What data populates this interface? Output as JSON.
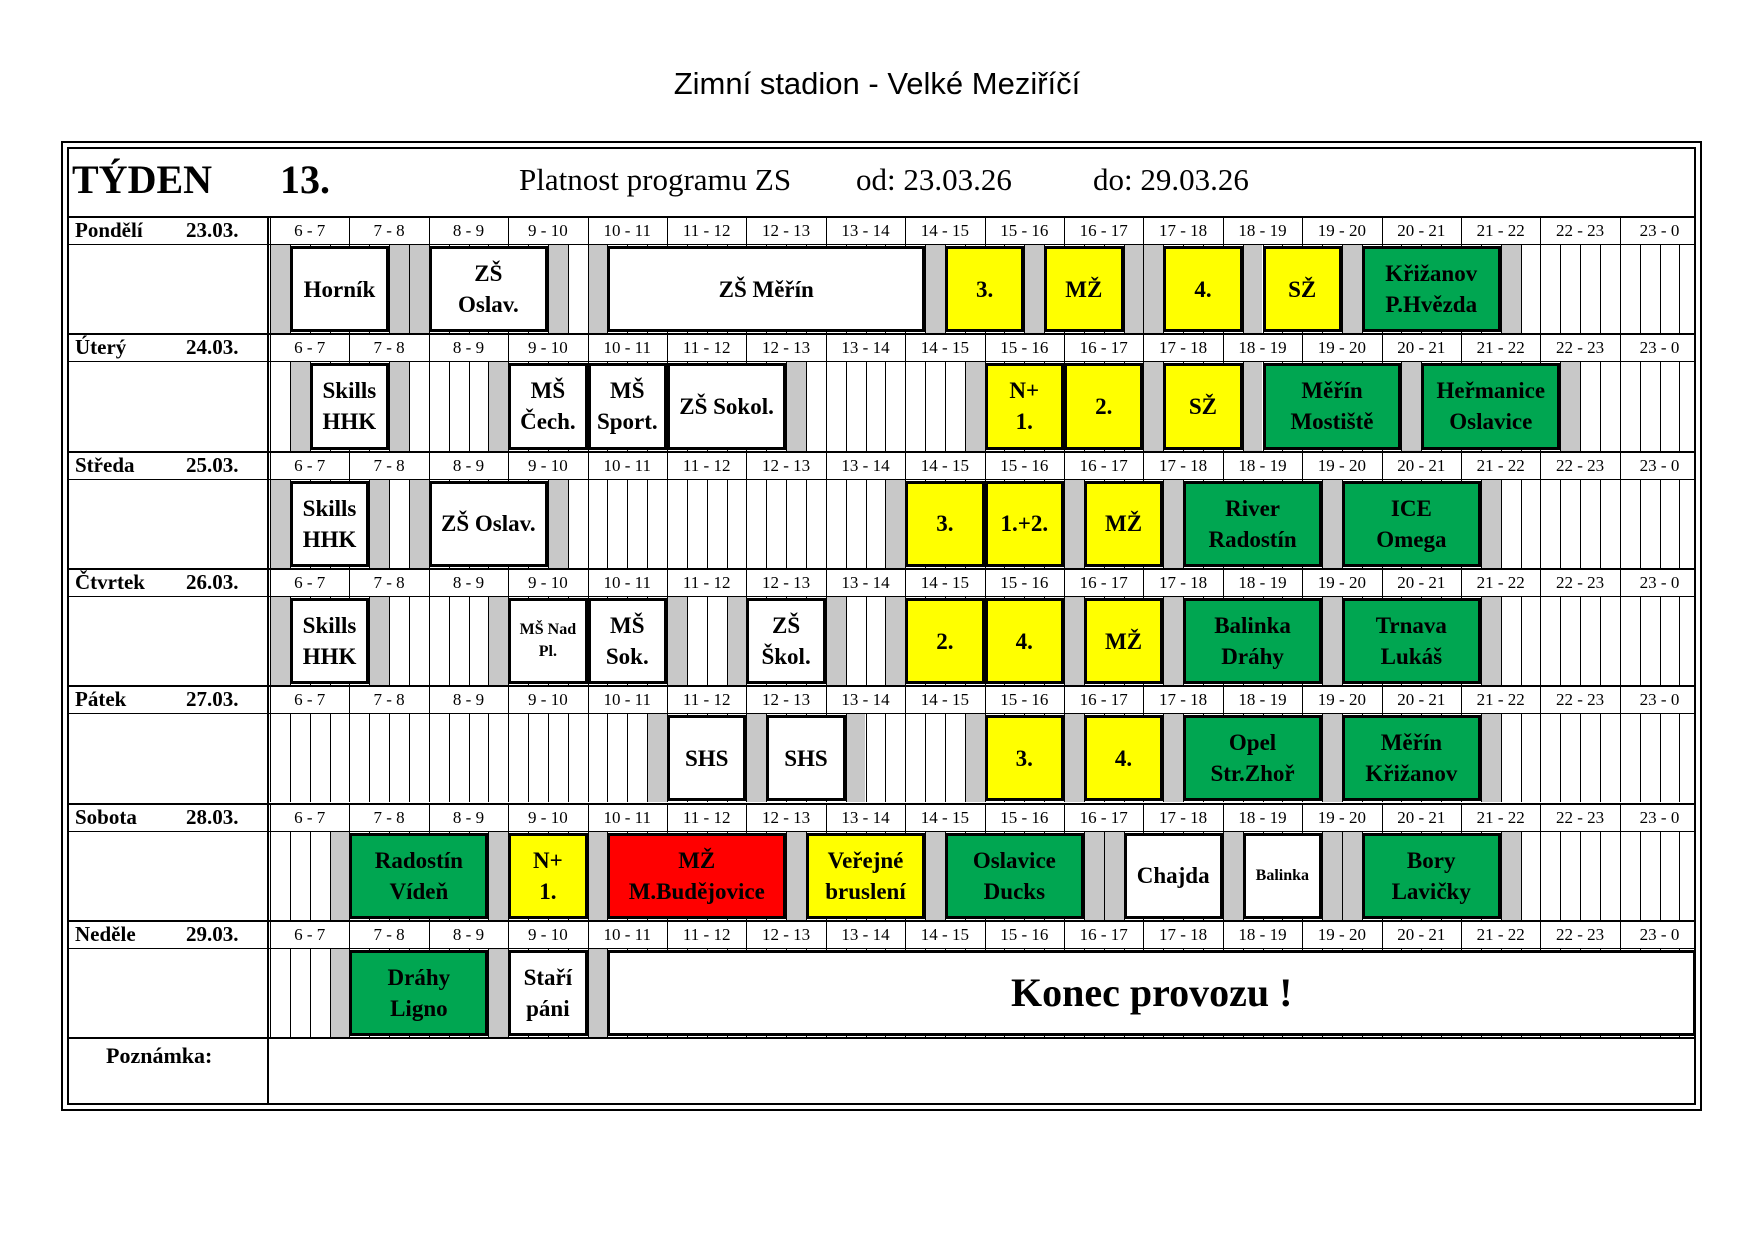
{
  "page_title": "Zimní stadion  - Velké Meziříčí",
  "header": {
    "week_label": "TÝDEN",
    "week_number": "13.",
    "validity_label": "Platnost programu ZS",
    "from_text": "od: 23.03.26",
    "to_text": "do: 29.03.26"
  },
  "hours": [
    "6 - 7",
    "7 - 8",
    "8 - 9",
    "9 - 10",
    "10 - 11",
    "11 - 12",
    "12 - 13",
    "13 - 14",
    "14 - 15",
    "15 - 16",
    "16 - 17",
    "17 - 18",
    "18 - 19",
    "19 - 20",
    "20 - 21",
    "21 - 22",
    "22 - 23",
    "23 - 0"
  ],
  "colors": {
    "white": "#ffffff",
    "yellow": "#ffff00",
    "green": "#00a651",
    "red": "#ff0000",
    "gray": "#c8c8c8"
  },
  "days": [
    {
      "name": "Pondělí",
      "date": "23.03.",
      "blocks": [
        {
          "start": 6.25,
          "end": 7.5,
          "color": "white",
          "text": "Horník"
        },
        {
          "start": 8.0,
          "end": 9.5,
          "color": "white",
          "text": "ZŠ\nOslav."
        },
        {
          "start": 10.25,
          "end": 14.25,
          "color": "white",
          "text": "ZŠ  Měřín"
        },
        {
          "start": 14.5,
          "end": 15.5,
          "color": "yellow",
          "text": "3."
        },
        {
          "start": 15.75,
          "end": 16.75,
          "color": "yellow",
          "text": "MŽ"
        },
        {
          "start": 17.25,
          "end": 18.25,
          "color": "yellow",
          "text": "4."
        },
        {
          "start": 18.5,
          "end": 19.5,
          "color": "yellow",
          "text": "SŽ"
        },
        {
          "start": 19.75,
          "end": 21.5,
          "color": "green",
          "text": "Křižanov\nP.Hvězda"
        }
      ]
    },
    {
      "name": "Úterý",
      "date": "24.03.",
      "blocks": [
        {
          "start": 6.5,
          "end": 7.5,
          "color": "white",
          "text": "Skills\nHHK"
        },
        {
          "start": 9.0,
          "end": 10.0,
          "color": "white",
          "text": "MŠ\nČech."
        },
        {
          "start": 10.0,
          "end": 11.0,
          "color": "white",
          "text": "MŠ\nSport."
        },
        {
          "start": 11.0,
          "end": 12.5,
          "color": "white",
          "text": "ZŠ Sokol."
        },
        {
          "start": 15.0,
          "end": 16.0,
          "color": "yellow",
          "text": "N+\n1."
        },
        {
          "start": 16.0,
          "end": 17.0,
          "color": "yellow",
          "text": "2."
        },
        {
          "start": 17.25,
          "end": 18.25,
          "color": "yellow",
          "text": "SŽ"
        },
        {
          "start": 18.5,
          "end": 20.25,
          "color": "green",
          "text": "Měřín\nMostiště"
        },
        {
          "start": 20.5,
          "end": 22.25,
          "color": "green",
          "text": "Heřmanice\nOslavice"
        }
      ]
    },
    {
      "name": "Středa",
      "date": "25.03.",
      "blocks": [
        {
          "start": 6.25,
          "end": 7.25,
          "color": "white",
          "text": "Skills\nHHK"
        },
        {
          "start": 8.0,
          "end": 9.5,
          "color": "white",
          "text": "ZŠ  Oslav."
        },
        {
          "start": 14.0,
          "end": 15.0,
          "color": "yellow",
          "text": "3."
        },
        {
          "start": 15.0,
          "end": 16.0,
          "color": "yellow",
          "text": "1.+2."
        },
        {
          "start": 16.25,
          "end": 17.25,
          "color": "yellow",
          "text": "MŽ"
        },
        {
          "start": 17.5,
          "end": 19.25,
          "color": "green",
          "text": "River\nRadostín"
        },
        {
          "start": 19.5,
          "end": 21.25,
          "color": "green",
          "text": "ICE\nOmega"
        }
      ]
    },
    {
      "name": "Čtvrtek",
      "date": "26.03.",
      "blocks": [
        {
          "start": 6.25,
          "end": 7.25,
          "color": "white",
          "text": "Skills\nHHK"
        },
        {
          "start": 9.0,
          "end": 10.0,
          "color": "white",
          "text": "MŠ  Nad\nPl.",
          "small": true
        },
        {
          "start": 10.0,
          "end": 11.0,
          "color": "white",
          "text": "MŠ\nSok."
        },
        {
          "start": 12.0,
          "end": 13.0,
          "color": "white",
          "text": "ZŠ\nŠkol."
        },
        {
          "start": 14.0,
          "end": 15.0,
          "color": "yellow",
          "text": "2."
        },
        {
          "start": 15.0,
          "end": 16.0,
          "color": "yellow",
          "text": "4."
        },
        {
          "start": 16.25,
          "end": 17.25,
          "color": "yellow",
          "text": "MŽ"
        },
        {
          "start": 17.5,
          "end": 19.25,
          "color": "green",
          "text": "Balinka\nDráhy"
        },
        {
          "start": 19.5,
          "end": 21.25,
          "color": "green",
          "text": "Trnava\nLukáš"
        }
      ]
    },
    {
      "name": "Pátek",
      "date": "27.03.",
      "blocks": [
        {
          "start": 11.0,
          "end": 12.0,
          "color": "white",
          "text": "SHS"
        },
        {
          "start": 12.25,
          "end": 13.25,
          "color": "white",
          "text": "SHS"
        },
        {
          "start": 15.0,
          "end": 16.0,
          "color": "yellow",
          "text": "3."
        },
        {
          "start": 16.25,
          "end": 17.25,
          "color": "yellow",
          "text": "4."
        },
        {
          "start": 17.5,
          "end": 19.25,
          "color": "green",
          "text": "Opel\nStr.Zhoř"
        },
        {
          "start": 19.5,
          "end": 21.25,
          "color": "green",
          "text": "Měřín\nKřižanov"
        }
      ]
    },
    {
      "name": "Sobota",
      "date": "28.03.",
      "blocks": [
        {
          "start": 7.0,
          "end": 8.75,
          "color": "green",
          "text": "Radostín\nVídeň"
        },
        {
          "start": 9.0,
          "end": 10.0,
          "color": "yellow",
          "text": "N+\n1."
        },
        {
          "start": 10.25,
          "end": 12.5,
          "color": "red",
          "text": "MŽ\nM.Budějovice"
        },
        {
          "start": 12.75,
          "end": 14.25,
          "color": "yellow",
          "text": "Veřejné\nbruslení"
        },
        {
          "start": 14.5,
          "end": 16.25,
          "color": "green",
          "text": "Oslavice\nDucks"
        },
        {
          "start": 16.75,
          "end": 18.0,
          "color": "white",
          "text": "Chajda"
        },
        {
          "start": 18.25,
          "end": 19.25,
          "color": "white",
          "text": "Balinka",
          "small": true
        },
        {
          "start": 19.75,
          "end": 21.5,
          "color": "green",
          "text": "Bory\nLavičky"
        }
      ]
    },
    {
      "name": "Neděle",
      "date": "29.03.",
      "blocks": [
        {
          "start": 7.0,
          "end": 8.75,
          "color": "green",
          "text": "Dráhy\nLigno"
        },
        {
          "start": 9.0,
          "end": 10.0,
          "color": "white",
          "text": "Staří\npáni"
        },
        {
          "start": 10.25,
          "end": 24.0,
          "color": "white",
          "text": "Konec provozu !",
          "big": true
        }
      ]
    }
  ],
  "note_label": "Poznámka:"
}
